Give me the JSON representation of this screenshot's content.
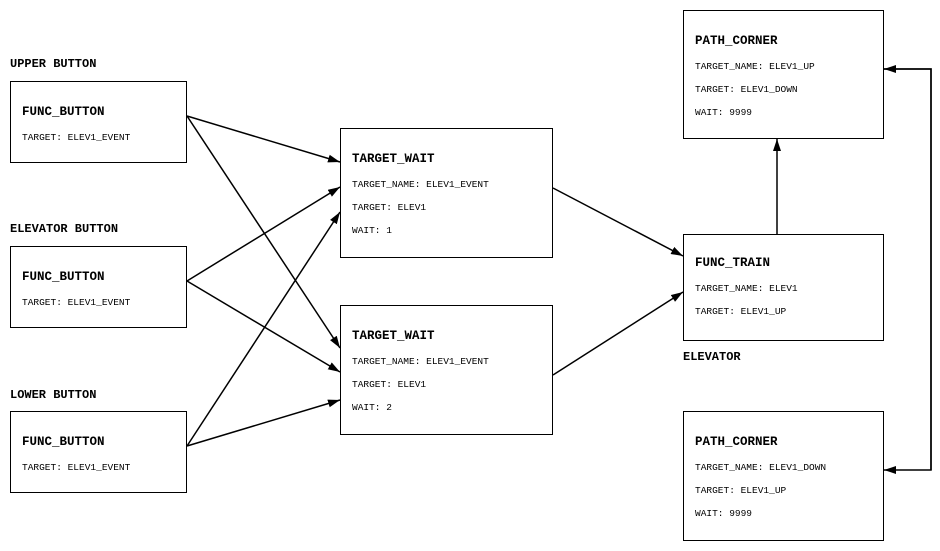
{
  "labels": {
    "upper_button": "UPPER BUTTON",
    "elevator_button": "ELEVATOR BUTTON",
    "lower_button": "LOWER BUTTON",
    "elevator": "ELEVATOR"
  },
  "nodes": {
    "upper_func_button": {
      "title": "FUNC_BUTTON",
      "fields": [
        "TARGET: ELEV1_EVENT"
      ]
    },
    "elevator_func_button": {
      "title": "FUNC_BUTTON",
      "fields": [
        "TARGET: ELEV1_EVENT"
      ]
    },
    "lower_func_button": {
      "title": "FUNC_BUTTON",
      "fields": [
        "TARGET: ELEV1_EVENT"
      ]
    },
    "target_wait_1": {
      "title": "TARGET_WAIT",
      "fields": [
        "TARGET_NAME: ELEV1_EVENT",
        "TARGET: ELEV1",
        "WAIT: 1"
      ]
    },
    "target_wait_2": {
      "title": "TARGET_WAIT",
      "fields": [
        "TARGET_NAME: ELEV1_EVENT",
        "TARGET: ELEV1",
        "WAIT: 2"
      ]
    },
    "path_corner_up": {
      "title": "PATH_CORNER",
      "fields": [
        "TARGET_NAME: ELEV1_UP",
        "TARGET: ELEV1_DOWN",
        "WAIT: 9999"
      ]
    },
    "func_train": {
      "title": "FUNC_TRAIN",
      "fields": [
        "TARGET_NAME: ELEV1",
        "TARGET: ELEV1_UP"
      ]
    },
    "path_corner_down": {
      "title": "PATH_CORNER",
      "fields": [
        "TARGET_NAME: ELEV1_DOWN",
        "TARGET: ELEV1_UP",
        "WAIT: 9999"
      ]
    }
  },
  "edges": [
    {
      "from": "upper_func_button",
      "to": "target_wait_1"
    },
    {
      "from": "upper_func_button",
      "to": "target_wait_2"
    },
    {
      "from": "elevator_func_button",
      "to": "target_wait_1"
    },
    {
      "from": "elevator_func_button",
      "to": "target_wait_2"
    },
    {
      "from": "lower_func_button",
      "to": "target_wait_1"
    },
    {
      "from": "lower_func_button",
      "to": "target_wait_2"
    },
    {
      "from": "target_wait_1",
      "to": "func_train"
    },
    {
      "from": "target_wait_2",
      "to": "func_train"
    },
    {
      "from": "func_train",
      "to": "path_corner_up"
    },
    {
      "from": "path_corner_up",
      "to": "path_corner_down"
    },
    {
      "from": "path_corner_down",
      "to": "path_corner_up"
    }
  ],
  "colors": {
    "line": "#000000",
    "box_border": "#000000",
    "background": "#ffffff"
  }
}
